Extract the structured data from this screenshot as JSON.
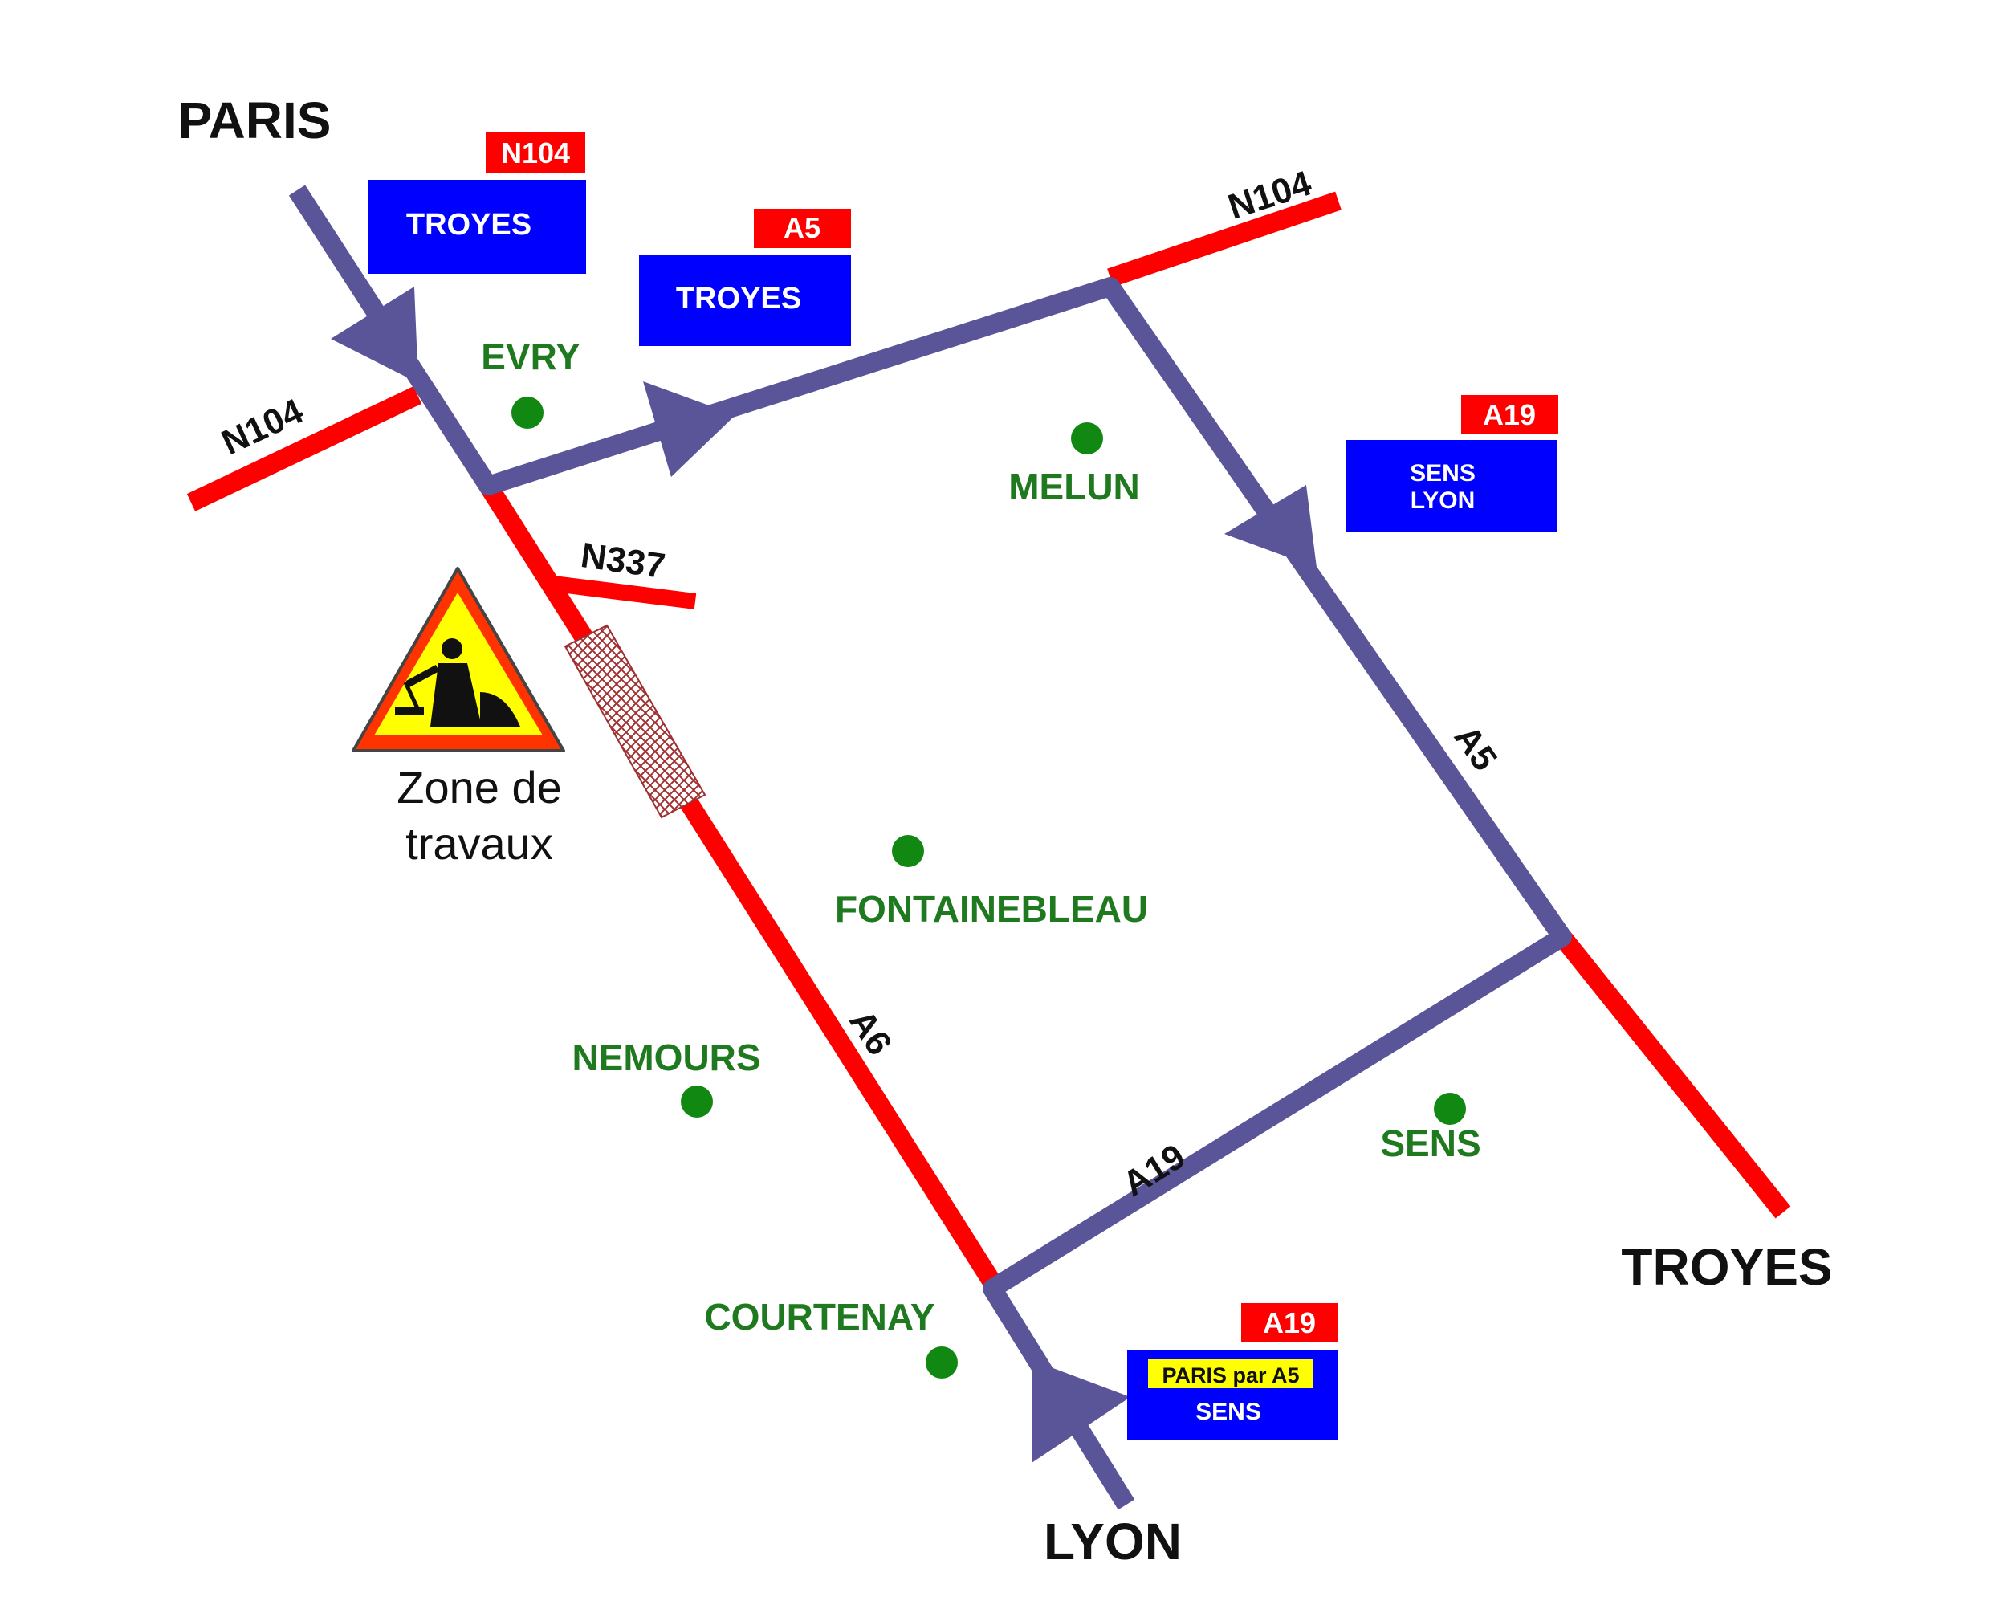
{
  "cities": {
    "paris": "PARIS",
    "troyes": "TROYES",
    "lyon": "LYON"
  },
  "towns": {
    "evry": "EVRY",
    "melun": "MELUN",
    "fontainebleau": "FONTAINEBLEAU",
    "nemours": "NEMOURS",
    "sens": "SENS",
    "courtenay": "COURTENAY"
  },
  "roads": {
    "n104_west": "N104",
    "n104_east": "N104",
    "n337": "N337",
    "a5": "A5",
    "a6": "A6",
    "a19": "A19"
  },
  "signs": {
    "sign1": {
      "shield": "N104",
      "line1": "TROYES"
    },
    "sign2": {
      "shield": "A5",
      "line1": "TROYES"
    },
    "sign3": {
      "shield": "A19",
      "line1": "SENS",
      "line2": "LYON"
    },
    "sign4": {
      "shield": "A19",
      "highlight": "PARIS par A5",
      "line1": "SENS"
    }
  },
  "works": {
    "label_line1": "Zone de",
    "label_line2": "travaux"
  },
  "colors": {
    "closed_road": "#ff0000",
    "detour_route": "#5a5499",
    "sign_blue": "#0000ff",
    "shield_red": "#ff0000",
    "town_dot": "#118811",
    "highlight_yellow": "#ffff00"
  }
}
